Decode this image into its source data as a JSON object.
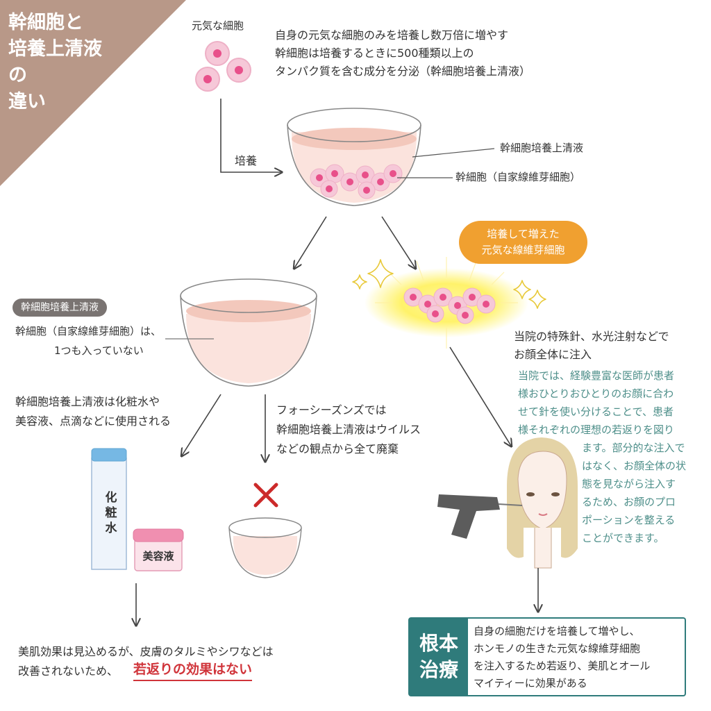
{
  "corner_title": "幹細胞と\n培養上清液\nの\n違い",
  "healthy_cells_label": "元気な細胞",
  "intro_lines": [
    "自身の元気な細胞のみを培養し数万倍に増やす",
    "幹細胞は培養するときに500種類以上の",
    "タンパク質を含む成分を分泌（幹細胞培養上清液）"
  ],
  "culture_label": "培養",
  "bowl_top_labels": {
    "supernatant": "幹細胞培養上清液",
    "stem_cells": "幹細胞（自家線維芽細胞）"
  },
  "supernatant_tag": "幹細胞培養上清液",
  "supernatant_desc": [
    "幹細胞（自家線維芽細胞）は、",
    "1つも入っていない"
  ],
  "cultured_bubble": [
    "培養して増えた",
    "元気な線維芽細胞"
  ],
  "clinic_injection": [
    "当院の特殊針、水光注射などで",
    "お顔全体に注入"
  ],
  "clinic_note": [
    "当院では、経験豊富な医師が患者",
    "様おひとりおひとりのお顔に合わ",
    "せて針を使い分けることで、患者",
    "様それぞれの理想の若返りを図り",
    "ます。部分的な注入で",
    "はなく、お顔全体の状",
    "態を見ながら注入す",
    "るため、お顔のプロ",
    "ポーションを整える",
    "ことができます。"
  ],
  "usage_text": [
    "幹細胞培養上清液は化粧水や",
    "美容液、点滴などに使用される"
  ],
  "disposal_text": [
    "フォーシーズンズでは",
    "幹細胞培養上清液はウイルス",
    "などの観点から全て廃棄"
  ],
  "lotion_label": "化粧水",
  "serum_label": "美容液",
  "conclusion_line1": "美肌効果は見込めるが、皮膚のタルミやシワなどは",
  "conclusion_line2": "改善されないため、",
  "conclusion_emphasis": "若返りの効果はない",
  "root_treatment_label": [
    "根本",
    "治療"
  ],
  "root_treatment_text": [
    "自身の細胞だけを培養して増やし、",
    "ホンモノの生きた元気な線維芽細胞",
    "を注入するため若返り、美肌とオール",
    "マイティーに効果がある"
  ],
  "colors": {
    "corner": "#b89888",
    "accent_orange": "#f0a030",
    "teal_text": "#4e8f8a",
    "root_box": "#2f7b7b",
    "emphasis_red": "#d0343a",
    "cell_pink": "#e8508a"
  }
}
